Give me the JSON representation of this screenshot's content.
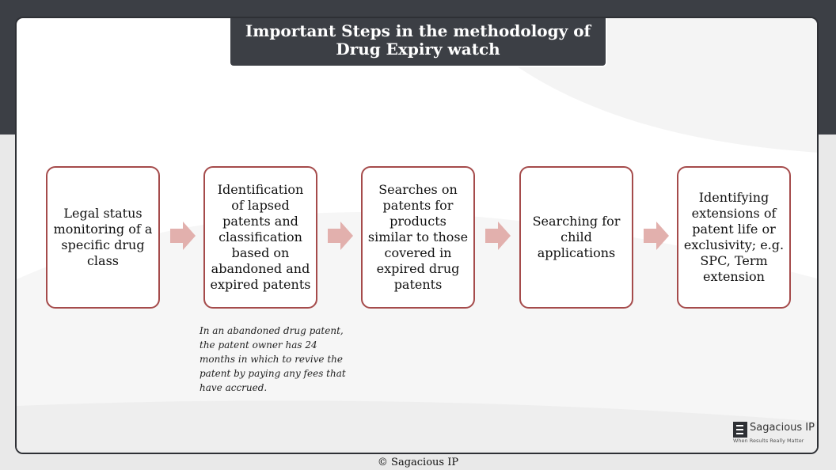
{
  "slide": {
    "title_line1": "Important Steps in the methodology of",
    "title_line2": "Drug Expiry watch",
    "steps": [
      {
        "text": "Legal status monitoring of a specific drug class"
      },
      {
        "text": "Identification of lapsed patents and classification based on abandoned and expired patents"
      },
      {
        "text": "Searches on patents for products similar to those covered in expired drug patents"
      },
      {
        "text": "Searching for child applications"
      },
      {
        "text": "Identifying extensions of patent life or exclusivity; e.g. SPC, Term extension"
      }
    ],
    "note": "In an abandoned drug patent, the patent owner has 24 months in which to revive the patent by paying any fees that have accrued.",
    "logo": {
      "name": "Sagacious IP",
      "tagline": "When Results Really Matter"
    },
    "copyright": "© Sagacious IP"
  },
  "colors": {
    "header_bg": "#3c3f45",
    "step_border": "#a54b4b",
    "arrow_fill": "#e2b0ad"
  }
}
